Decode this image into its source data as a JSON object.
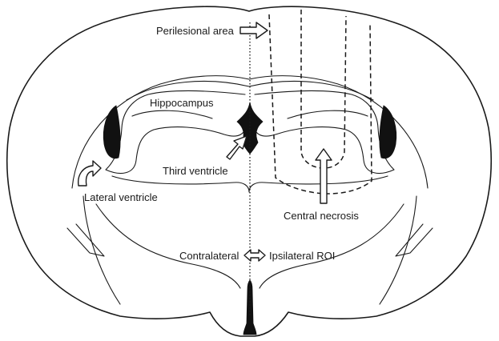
{
  "labels": {
    "perilesional_area": "Perilesional area",
    "hippocampus": "Hippocampus",
    "third_ventricle": "Third ventricle",
    "lateral_ventricle": "Lateral ventricle",
    "central_necrosis": "Central necrosis",
    "contralateral": "Contralateral",
    "ipsilateral_roi": "Ipsilateral ROI"
  },
  "colors": {
    "line": "#1a1a1a",
    "ventricle_fill": "#111111",
    "background": "#ffffff"
  }
}
